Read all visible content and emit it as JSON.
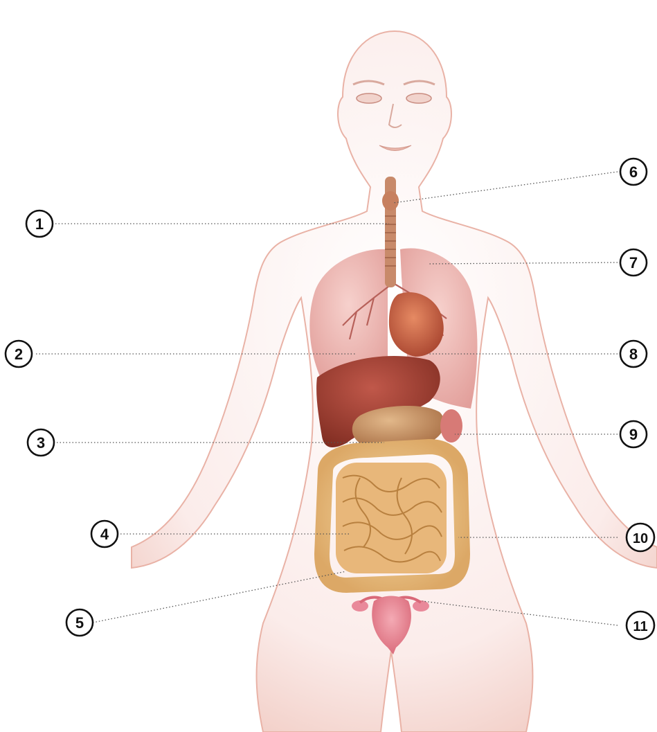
{
  "callouts": [
    {
      "number": "1"
    },
    {
      "number": "2"
    },
    {
      "number": "3"
    },
    {
      "number": "4"
    },
    {
      "number": "5"
    },
    {
      "number": "6"
    },
    {
      "number": "7"
    },
    {
      "number": "8"
    },
    {
      "number": "9"
    },
    {
      "number": "10"
    },
    {
      "number": "11"
    }
  ],
  "colors": {
    "skin": "#f6dcd6",
    "skin_edge": "#e7a596",
    "lung": "#e9a7a2",
    "liver": "#9c3a2a",
    "heart": "#c2583e",
    "stomach": "#c99766",
    "intestine": "#e8b77a",
    "colon": "#f1cf95",
    "uterus": "#e9899a",
    "trachea": "#c88a6a"
  }
}
